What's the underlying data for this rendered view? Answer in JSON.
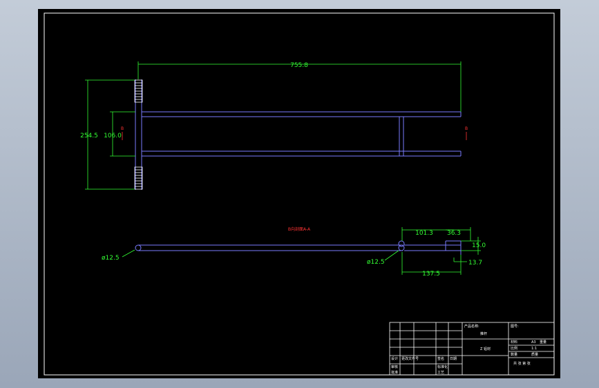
{
  "drawing": {
    "top_view": {
      "overall_length": "755.8",
      "overall_height": "254.5",
      "inner_height": "106.0",
      "section_marks": [
        "B",
        "B"
      ]
    },
    "side_view": {
      "section_label": "B向剖面A-A",
      "tube_dia_left": "ø12.5",
      "tube_dia_right": "ø12.5",
      "dim_101": "101.3",
      "dim_36": "36.3",
      "dim_15": "15.0",
      "dim_13": "13.7",
      "dim_137": "137.5"
    },
    "title_block": {
      "product_label": "产品名称:",
      "part_name": "推杆",
      "drawing_no_label": "图号:",
      "material_label": "材料",
      "material": "Z 铝材",
      "scale_label": "比例",
      "scale": "1:1",
      "weight_label": "重量",
      "design_label": "设计",
      "check_label": "审核",
      "approve_label": "批准",
      "standard_label": "标准化",
      "process_label": "工艺",
      "date_label": "日期",
      "revision_label": "更改文件号",
      "sign_label": "签名",
      "sheet_label": "共 张 第 张",
      "qty_label": "数量",
      "mass_label": "质量",
      "logo": "A3"
    }
  }
}
